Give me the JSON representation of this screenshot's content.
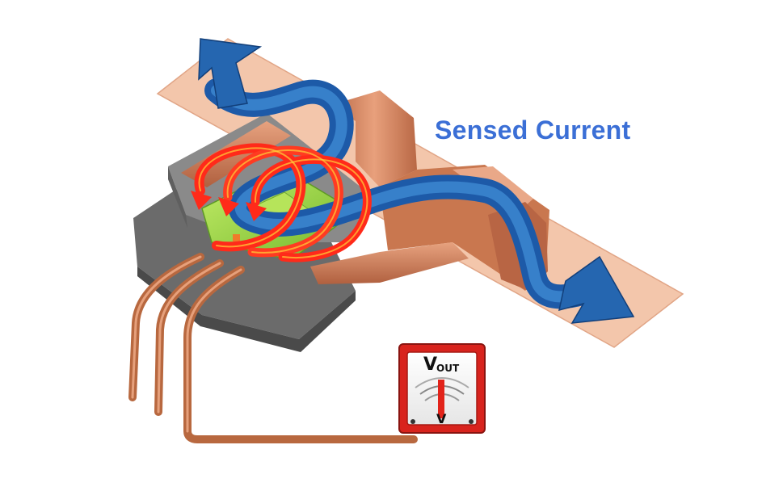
{
  "diagram": {
    "title": "",
    "labels": {
      "sensed_current": "Sensed Current"
    },
    "meter": {
      "v_main": "V",
      "v_sub": "OUT",
      "unit": "V"
    }
  },
  "colors": {
    "current_arrow": "#2566b0",
    "magnetic_field": "#ff2a1a",
    "copper": "#d98c63",
    "conductor_strip": "#f2c3a8",
    "package": "#6e6e6e",
    "die": "#9bd33a",
    "meter_frame": "#d8231d",
    "label": "#3b6fd6"
  }
}
